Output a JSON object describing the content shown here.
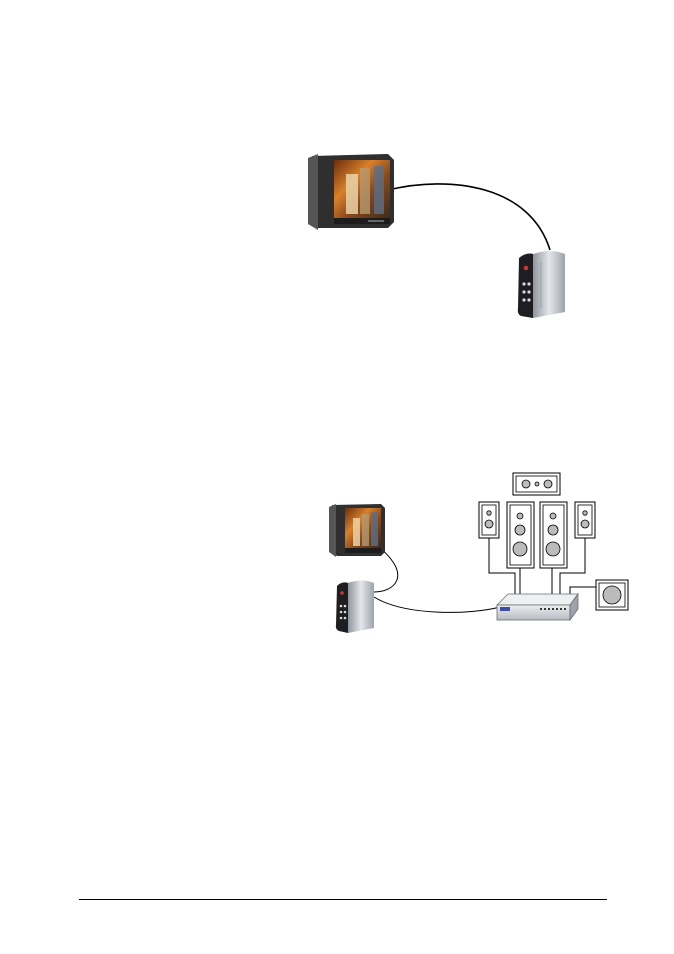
{
  "page": {
    "background": "#ffffff"
  },
  "diagrams": {
    "tv_to_mediaplayer": {
      "devices": [
        "crt-tv",
        "media-player"
      ],
      "connections": [
        {
          "from": "crt-tv",
          "to": "media-player"
        }
      ]
    },
    "home_theater": {
      "devices": [
        "crt-tv",
        "media-player",
        "av-receiver",
        "center-speaker",
        "front-left-speaker",
        "front-right-speaker",
        "tower-speaker-left",
        "tower-speaker-right",
        "subwoofer"
      ],
      "connections": [
        {
          "from": "crt-tv",
          "to": "media-player"
        },
        {
          "from": "media-player",
          "to": "av-receiver"
        },
        {
          "from": "av-receiver",
          "to": "front-left-speaker"
        },
        {
          "from": "av-receiver",
          "to": "tower-speaker-left"
        },
        {
          "from": "av-receiver",
          "to": "tower-speaker-right"
        },
        {
          "from": "av-receiver",
          "to": "front-right-speaker"
        },
        {
          "from": "av-receiver",
          "to": "subwoofer"
        }
      ]
    }
  },
  "colors": {
    "tv_body": "#3a3a3a",
    "tv_screen": "#b8651f",
    "player_body": "#b9bec4",
    "player_front": "#1e1e22",
    "receiver_body": "#d8dade",
    "receiver_display": "#3b4fa8",
    "wire": "#000000"
  }
}
